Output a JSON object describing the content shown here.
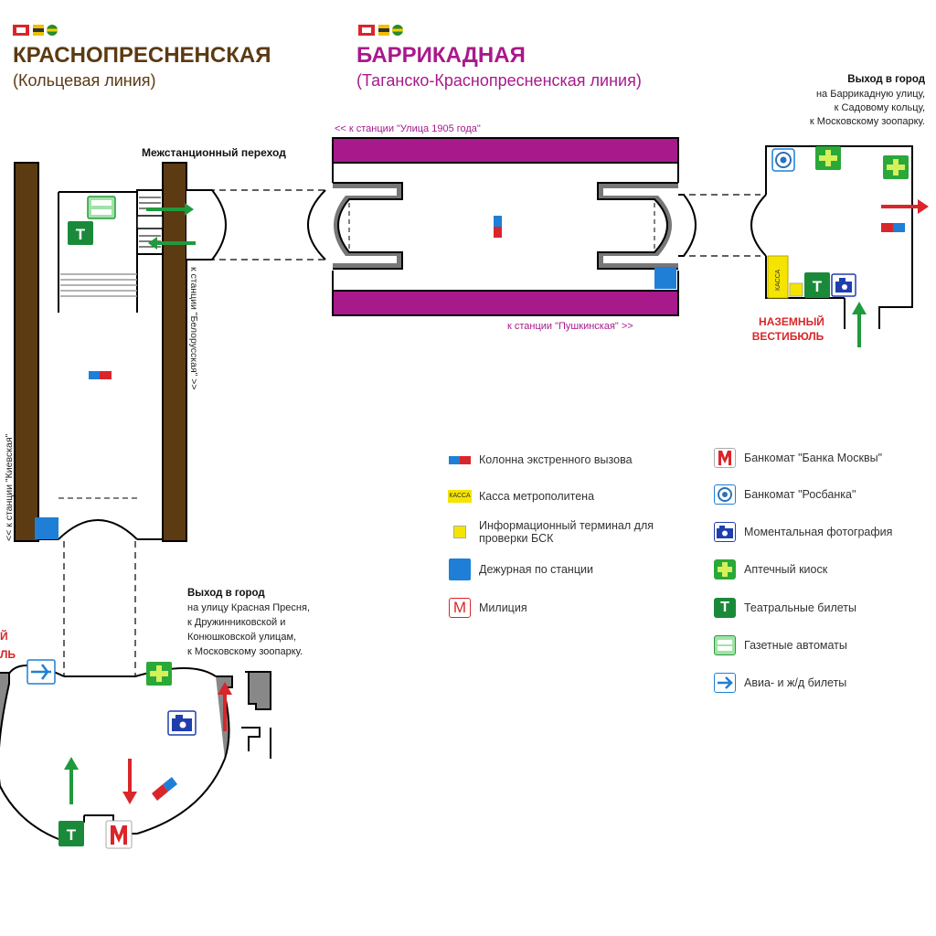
{
  "stations": {
    "left": {
      "title": "КРАСНОПРЕСНЕНСКАЯ",
      "subtitle": "(Кольцевая линия)"
    },
    "right": {
      "title": "БАРРИКАДНАЯ",
      "subtitle": "(Таганско-Краснопресненская линия)"
    }
  },
  "labels": {
    "transfer": "Межстанционный переход",
    "to_1905": "<< к станции \"Улица 1905 года\"",
    "to_pushkinskaya": "к станции \"Пушкинская\" >>",
    "to_belorusskaya": "к станции \"Белорусская\" >>",
    "to_kievskaya": "<< к станции \"Киевская\"",
    "ground_vestibule_1": "НАЗЕМНЫЙ",
    "ground_vestibule_2": "ВЕСТИБЮЛЬ",
    "left_cut_1": "Й",
    "left_cut_2": "ЛЬ",
    "kassa": "КАССА"
  },
  "exit_right": {
    "title": "Выход в город",
    "lines": [
      "на Баррикадную улицу,",
      "к Садовому кольцу,",
      "к Московскому зоопарку."
    ]
  },
  "exit_bottom": {
    "title": "Выход в город",
    "lines": [
      "на улицу Красная Пресня,",
      "к Дружинниковской и",
      "Конюшковской улицам,",
      "к Московскому зоопарку."
    ]
  },
  "legend": [
    {
      "icon": "emergency-call-icon",
      "text": "Колонна экстренного вызова"
    },
    {
      "icon": "ticket-office-icon",
      "text": "Касса метрополитена"
    },
    {
      "icon": "info-terminal-icon",
      "text": "Информационный терминал для проверки БСК"
    },
    {
      "icon": "station-duty-icon",
      "text": "Дежурная по станции"
    },
    {
      "icon": "police-icon",
      "text": "Милиция"
    },
    {
      "icon": "atm-bank-moscow-icon",
      "text": "Банкомат \"Банка Москвы\""
    },
    {
      "icon": "atm-rosbank-icon",
      "text": "Банкомат \"Росбанка\""
    },
    {
      "icon": "photo-booth-icon",
      "text": "Моментальная фотография"
    },
    {
      "icon": "pharmacy-icon",
      "text": "Аптечный киоск"
    },
    {
      "icon": "theater-tickets-icon",
      "text": "Театральные билеты"
    },
    {
      "icon": "newspaper-machine-icon",
      "text": "Газетные автоматы"
    },
    {
      "icon": "air-rail-tickets-icon",
      "text": "Авиа- и ж/д билеты"
    }
  ],
  "icon_letters": {
    "theater": "T",
    "police": "M"
  },
  "colors": {
    "koltsevaya": "#5c3a12",
    "tkl": "#a8198c",
    "arrow_green": "#1f9a3c",
    "arrow_red": "#d9262a",
    "info_blue": "#1f7fd6",
    "kassa_yellow": "#f4e400"
  }
}
